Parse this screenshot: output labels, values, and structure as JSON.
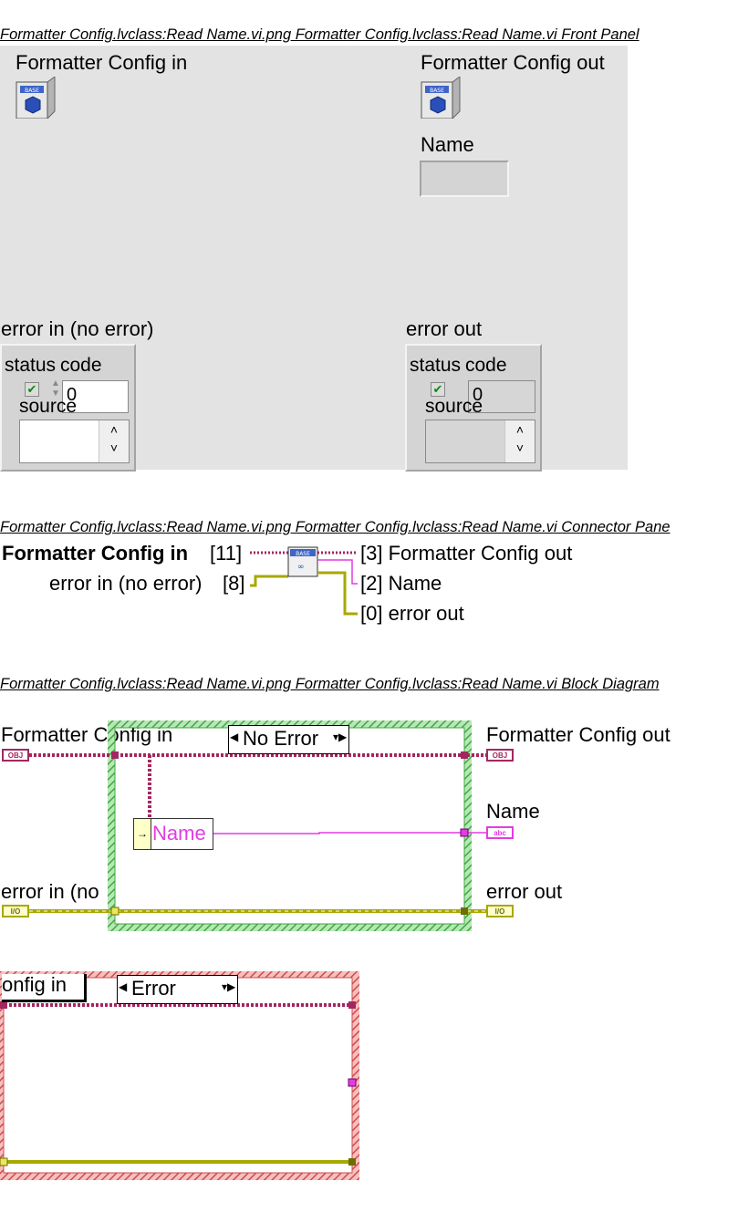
{
  "front_panel": {
    "caption": "Formatter Config.lvclass:Read Name.vi.png  Formatter Config.lvclass:Read Name.vi Front Panel",
    "config_in_label": "Formatter Config in",
    "config_out_label": "Formatter Config out",
    "name_label": "Name",
    "name_value": "",
    "error_in": {
      "label": "error in (no error)",
      "status_label": "status",
      "code_label": "code",
      "code_value": "0",
      "source_label": "source",
      "source_value": ""
    },
    "error_out": {
      "label": "error out",
      "status_label": "status",
      "code_label": "code",
      "code_value": "0",
      "source_label": "source",
      "source_value": ""
    },
    "class_icon_text": "BASE"
  },
  "connector_pane": {
    "caption": "Formatter Config.lvclass:Read Name.vi.png  Formatter Config.lvclass:Read Name.vi Connector Pane",
    "inputs": [
      {
        "label": "Formatter Config in",
        "index": "[11]"
      },
      {
        "label": "error in (no error)",
        "index": "[8]"
      }
    ],
    "outputs": [
      {
        "index": "[3]",
        "label": "Formatter Config out"
      },
      {
        "index": "[2]",
        "label": "Name"
      },
      {
        "index": "[0]",
        "label": "error out"
      }
    ]
  },
  "block_diagram": {
    "caption": "Formatter Config.lvclass:Read Name.vi.png  Formatter Config.lvclass:Read Name.vi Block Diagram",
    "config_in_label": "Formatter Config in",
    "config_out_label": "Formatter Config out",
    "name_label": "Name",
    "error_in_label": "error in (no",
    "error_out_label": "error out",
    "case_no_error": "No Error",
    "name_node": "Name",
    "obj_term": "OBJ",
    "abc_term": "abc",
    "err_term": "I/O",
    "error_case": {
      "config_fragment": "onfig in",
      "case_selector": "Error"
    }
  },
  "colors": {
    "class_wire": "#a3275f",
    "error_wire": "#a8a800",
    "string_wire": "#e23ce2",
    "case_no_error_border": "#3faa3f",
    "case_error_border": "#d24a4a",
    "panel_bg": "#e3e3e3"
  }
}
